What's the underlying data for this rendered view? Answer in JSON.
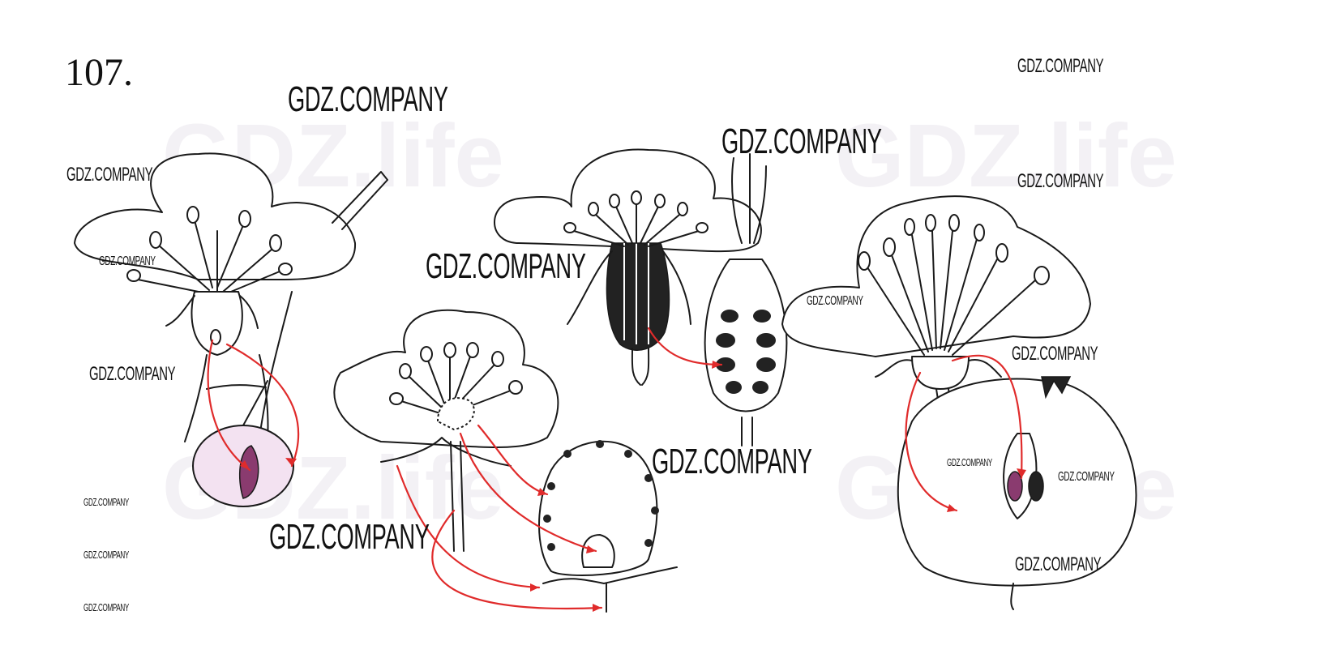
{
  "task_number": "107.",
  "watermark": "GDZ.COMPANY",
  "background_watermark": "GDZ.life",
  "colors": {
    "ink": "#1a1a1a",
    "arrow": "#e02b2b",
    "seed_fill": "#8a3b6f",
    "fruit_tint": "#c98dc4"
  },
  "diagrams": [
    {
      "name": "cherry",
      "parts": [
        "flower",
        "fruit"
      ]
    },
    {
      "name": "strawberry",
      "parts": [
        "flower",
        "fruit"
      ]
    },
    {
      "name": "poppy",
      "parts": [
        "flower",
        "capsule"
      ]
    },
    {
      "name": "apple",
      "parts": [
        "flower",
        "fruit"
      ]
    }
  ]
}
